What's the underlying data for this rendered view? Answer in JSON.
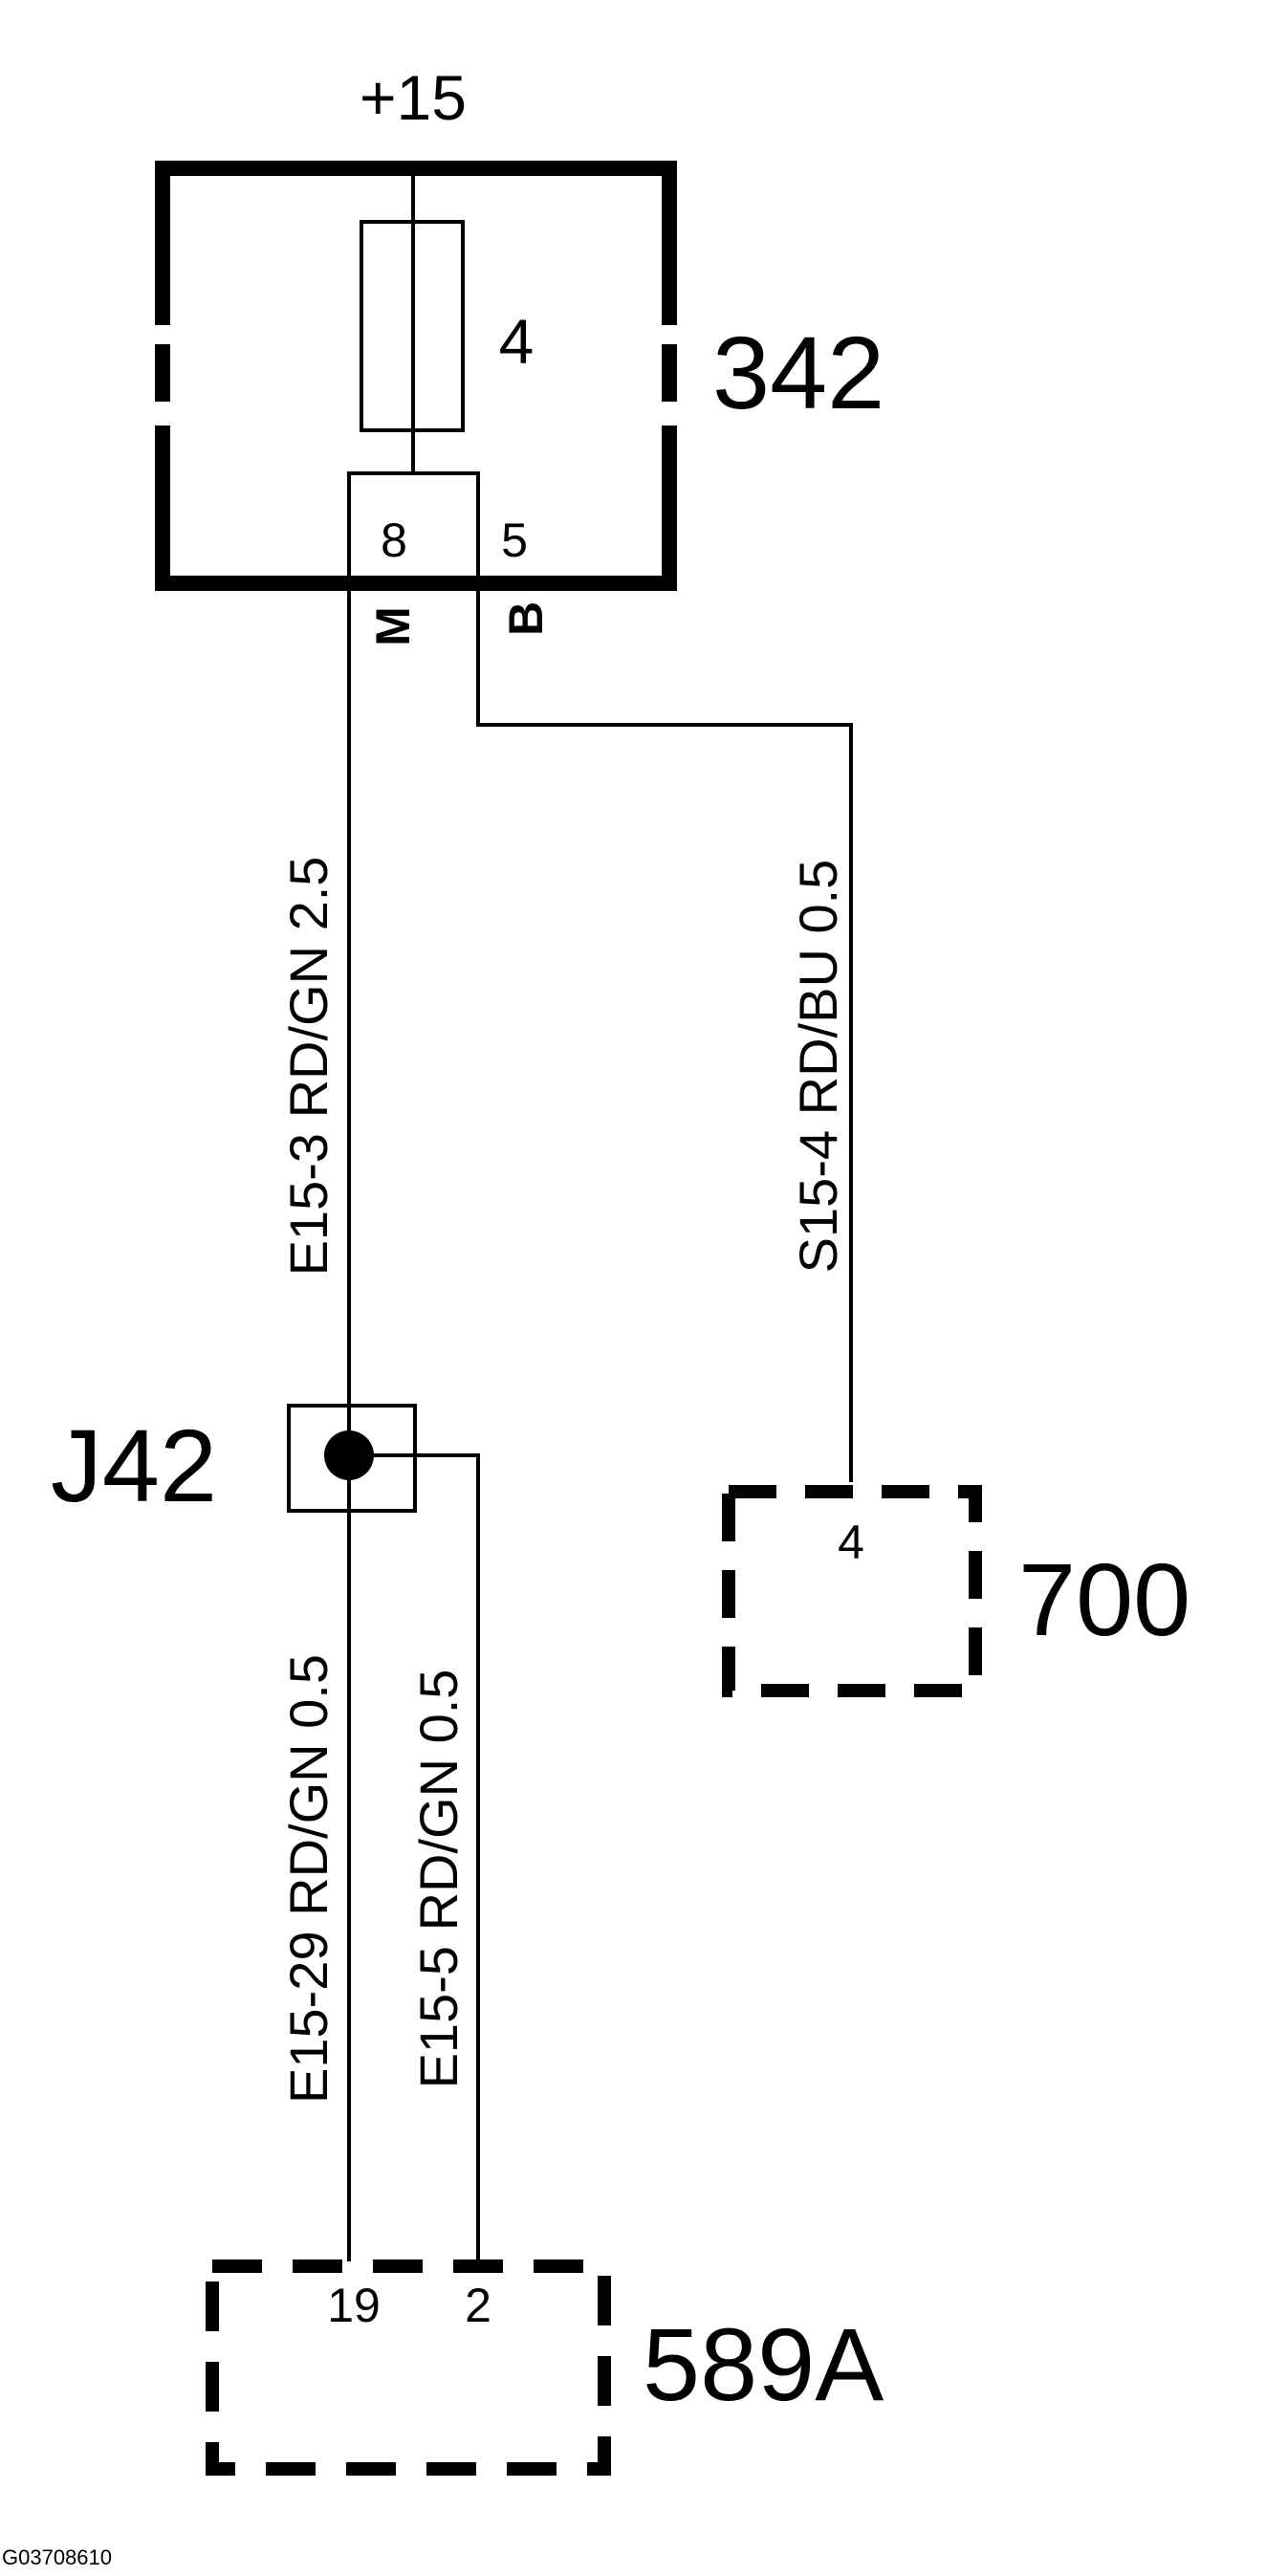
{
  "supply": {
    "label": "+15"
  },
  "fuse_box": {
    "id": "342",
    "fuse_number": "4",
    "pin_left": "8",
    "pin_right": "5",
    "letter_left": "M",
    "letter_right": "B"
  },
  "wires": {
    "w1": "E15-3  RD/GN 2.5",
    "w2": "S15-4  RD/BU 0.5",
    "w3": "E15-29  RD/GN 0.5",
    "w4": "E15-5  RD/GN  0.5"
  },
  "junction": {
    "id": "J42"
  },
  "connector_700": {
    "id": "700",
    "pin": "4"
  },
  "connector_589a": {
    "id": "589A",
    "pin_left": "19",
    "pin_right": "2"
  },
  "figure_code": "G03708610",
  "colors": {
    "line": "#000000",
    "background": "#ffffff"
  }
}
